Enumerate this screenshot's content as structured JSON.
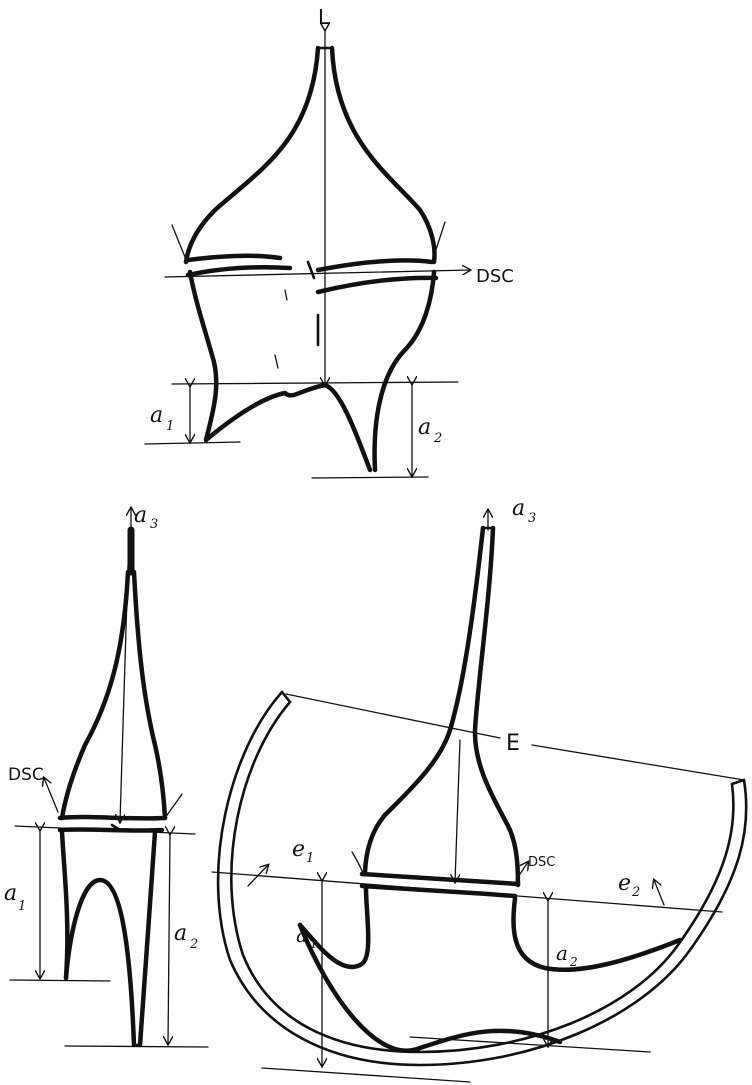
{
  "labels": {
    "top": {
      "L": "L",
      "DSC": "DSC",
      "a1": "a",
      "a1_sub": "1",
      "a2": "a",
      "a2_sub": "2"
    },
    "left": {
      "a3": "a",
      "a3_sub": "3",
      "DSC": "DSC",
      "a1": "a",
      "a1_sub": "1",
      "a2": "a",
      "a2_sub": "2"
    },
    "right": {
      "a3": "a",
      "a3_sub": "3",
      "E": "E",
      "e1": "e",
      "e1_sub": "1",
      "e2": "e",
      "e2_sub": "2",
      "DSC": "DSC",
      "a1": "a",
      "a1_sub": "1",
      "a2": "a",
      "a2_sub": "2"
    }
  }
}
